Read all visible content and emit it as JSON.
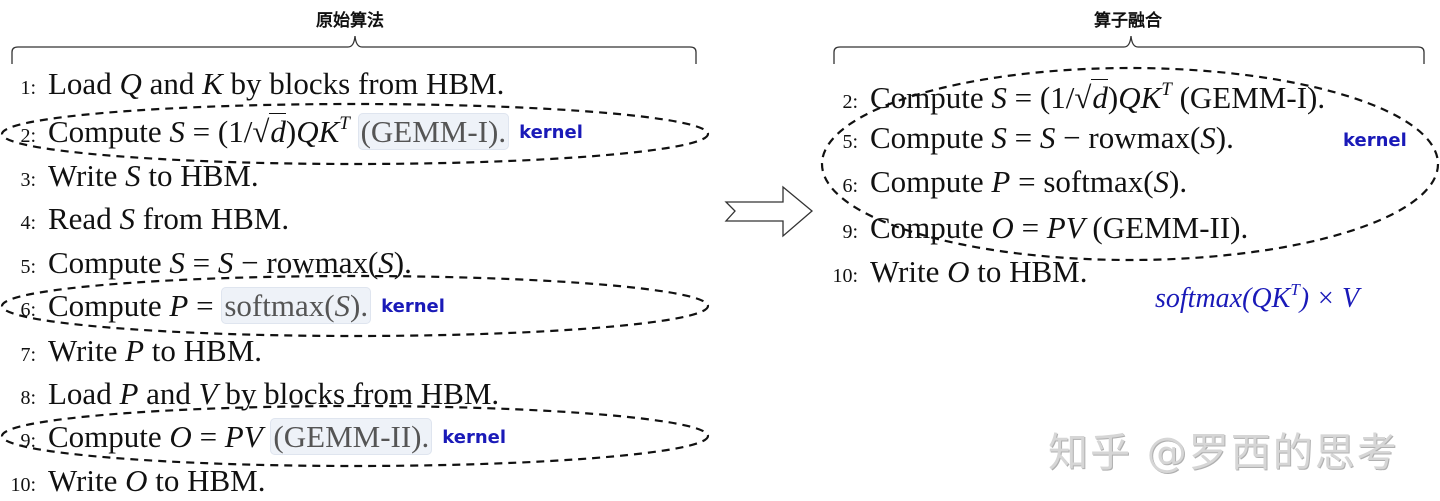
{
  "left_panel": {
    "title": "原始算法",
    "lines": [
      {
        "num": "1:",
        "pre": "Load ",
        "v1": "Q",
        "mid": " and ",
        "v2": "K",
        "post": " by blocks from HBM."
      },
      {
        "num": "2:",
        "pre": "Compute ",
        "v1": "S",
        "eq": " = (1/",
        "sqrt": "d",
        "close": ")",
        "v2": "QK",
        "sup": "T",
        "hl": "(GEMM-I).",
        "tag": "kernel"
      },
      {
        "num": "3:",
        "pre": "Write ",
        "v1": "S",
        "post": " to HBM."
      },
      {
        "num": "4:",
        "pre": "Read ",
        "v1": "S",
        "post": " from HBM."
      },
      {
        "num": "5:",
        "pre": "Compute ",
        "v1": "S",
        "mid": " = ",
        "v2": "S",
        "mid2": " − rowmax(",
        "v3": "S",
        "post": ")."
      },
      {
        "num": "6:",
        "pre": "Compute ",
        "v1": "P",
        "mid": " = ",
        "hl_pre": "softmax(",
        "hl_v": "S",
        "hl_post": ").",
        "tag": "kernel"
      },
      {
        "num": "7:",
        "pre": "Write ",
        "v1": "P",
        "post": " to HBM."
      },
      {
        "num": "8:",
        "pre": "Load ",
        "v1": "P",
        "mid": " and ",
        "v2": "V",
        "post": " by blocks from HBM."
      },
      {
        "num": "9:",
        "pre": "Compute ",
        "v1": "O",
        "mid": " = ",
        "v2": "PV",
        "hl": "(GEMM-II).",
        "tag": "kernel"
      },
      {
        "num": "10:",
        "pre": "Write ",
        "v1": "O",
        "post": " to HBM."
      }
    ]
  },
  "right_panel": {
    "title": "算子融合",
    "lines": [
      {
        "num": "2:",
        "pre": "Compute ",
        "v1": "S",
        "eq": " = (1/",
        "sqrt": "d",
        "close": ")",
        "v2": "QK",
        "sup": "T",
        "post": " (GEMM-I)."
      },
      {
        "num": "5:",
        "pre": "Compute ",
        "v1": "S",
        "mid": " = ",
        "v2": "S",
        "mid2": " − rowmax(",
        "v3": "S",
        "post": ")."
      },
      {
        "num": "6:",
        "pre": "Compute ",
        "v1": "P",
        "mid": " = softmax(",
        "v2": "S",
        "post": ")."
      },
      {
        "num": "9:",
        "pre": "Compute ",
        "v1": "O",
        "mid": " = ",
        "v2": "PV",
        "post": " (GEMM-II)."
      },
      {
        "num": "10:",
        "pre": "Write ",
        "v1": "O",
        "post": " to HBM."
      }
    ],
    "tag": "kernel",
    "formula": {
      "pre": "softmax(QK",
      "sup": "T",
      "post": ") × V"
    }
  },
  "watermark": "知乎 @罗西的思考",
  "colors": {
    "accent": "#1a1ab8",
    "highlight_bg": "#eef2f8",
    "text": "#111111"
  }
}
